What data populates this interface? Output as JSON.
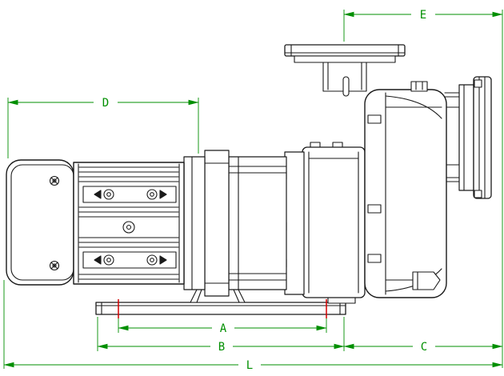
{
  "colors": {
    "background": "#FFFFFF",
    "drawing_line": "#1A1A1A",
    "dimension_line": "#008F00",
    "hole_marker": "#D40000"
  },
  "dimensions": {
    "A": {
      "label": "A"
    },
    "B": {
      "label": "B"
    },
    "C": {
      "label": "C"
    },
    "D": {
      "label": "D"
    },
    "E": {
      "label": "E"
    },
    "L": {
      "label": "L"
    }
  }
}
